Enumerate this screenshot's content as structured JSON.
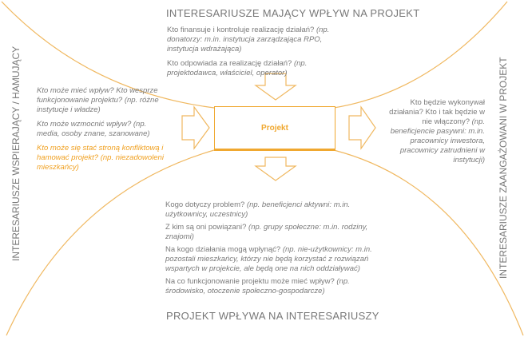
{
  "colors": {
    "accent": "#f0a830",
    "text": "#7a7a7a"
  },
  "center": {
    "label": "Projekt"
  },
  "top": {
    "heading": "INTERESARIUSZE MAJĄCY WPŁYW NA PROJEKT",
    "q1": "Kto finansuje i kontroluje realizację działań?",
    "q1_note": "(np. donatorzy: m.in. instytucja zarządzająca RPO, instytucja wdrażająca)",
    "q2": "Kto odpowiada za realizację działań?",
    "q2_note": "(np. projektodawca, właściciel, operator)"
  },
  "left": {
    "heading": "INTERESARIUSZE WSPIERAJĄCY / HAMUJĄCY",
    "q1": "Kto może mieć wpływ? Kto wesprze funkcjonowanie projektu? (np. różne instytucje i władze)",
    "q2": "Kto  może wzmocnić wpływ? (np. media, osoby znane, szanowane)",
    "q3": "Kto może się stać stroną konfliktową i hamować projekt? (np. niezadowoleni mieszkańcy)"
  },
  "right": {
    "heading": "INTERESARIUSZE ZAANGAŻOWANI W PROJEKT",
    "q1": "Kto będzie wykonywał działania? Kto i tak będzie w nie włączony?",
    "q1_note": "(np. beneficjencie pasywni: m.in. pracownicy inwestora, pracownicy zatrudnieni w instytucji)"
  },
  "bottom": {
    "heading": "PROJEKT WPŁYWA NA INTERESARIUSZY",
    "q1": "Kogo dotyczy problem?",
    "q1_note": "(np. beneficjenci aktywni: m.in. użytkownicy, uczestnicy)",
    "q2": "Z kim są oni powiązani?",
    "q2_note": "(np. grupy społeczne:  m.in. rodziny, znajomi)",
    "q3": "Na kogo działania mogą wpłynąć?",
    "q3_note": "(np. nie-użytkownicy: m.in. pozostali mieszkańcy, którzy nie będą korzystać z rozwiązań wspartych w projekcie, ale będą one na nich oddziaływać)",
    "q4": "Na co funkcjonowanie projektu może mieć wpływ?",
    "q4_note": "(np. środowisko, otoczenie społeczno-gospodarcze)"
  }
}
